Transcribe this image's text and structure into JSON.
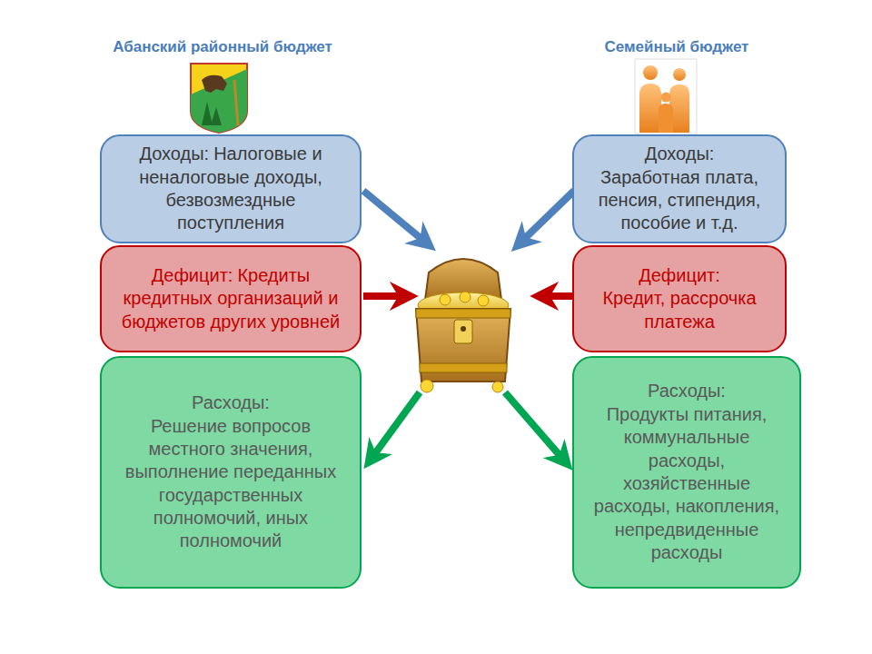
{
  "diagram": {
    "nodes": [
      {
        "text": [
          "Доходы:",
          "Налоговые и неналоговые доходы, безвозмездные поступления"
        ]
      },
      {
        "text": [
          "Дефицит:",
          "Кредиты кредитных организаций и бюджетов других уровней"
        ]
      },
      {
        "text": [
          "Расходы:",
          "Решение вопросов местного значения, выполнение переданных государственных полномочий, иных полномочий"
        ]
      },
      {
        "text": [
          "Доходы:",
          "Заработная плата, пенсия, стипендия, пособие и т.д."
        ]
      },
      {
        "text": [
          "Дефицит:",
          "Кредит, рассрочка платежа"
        ]
      },
      {
        "text": [
          "Расходы:",
          "Продукты питания, коммунальные расходы, хозяйственные расходы, накопления, непредвиденные расходы"
        ]
      }
    ],
    "edges": [],
    "labels": [
      "Абанский районный бюджет",
      "Семейный бюджет"
    ]
  }
}
